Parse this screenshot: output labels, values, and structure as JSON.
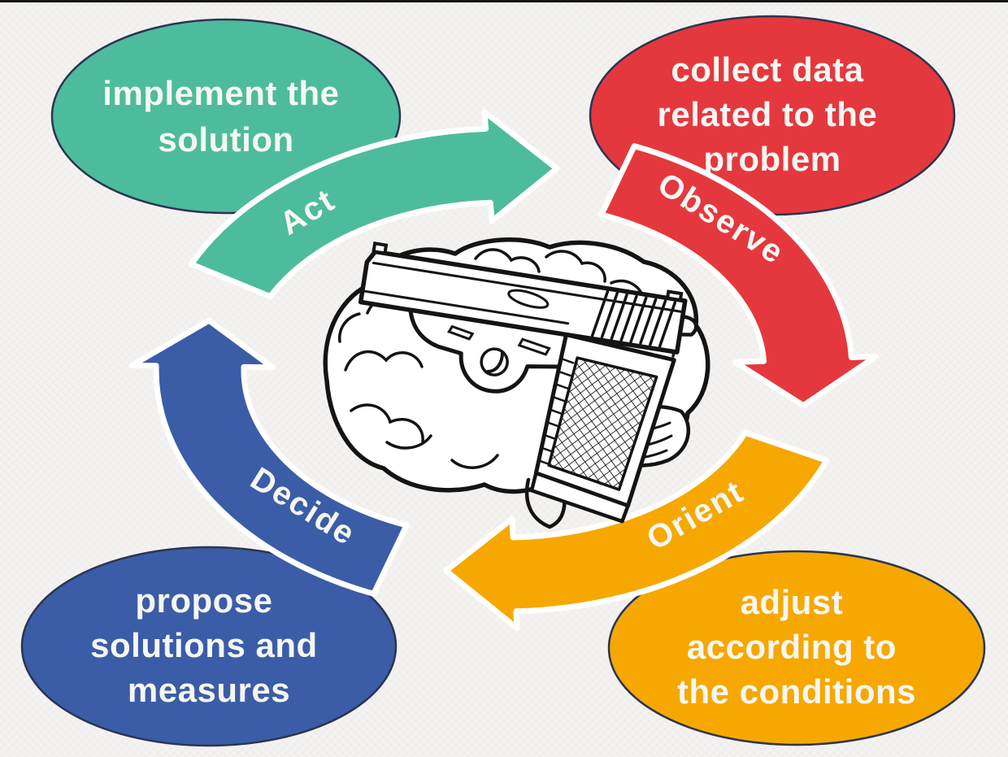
{
  "background": {
    "color": "#f4f3f1",
    "top_border_color": "#161616"
  },
  "text_color": "#f5f7f2",
  "bubble_outline_color": "#2b3550",
  "ring": {
    "arcs": [
      {
        "id": "act",
        "label": "Act",
        "color": "#4dbc9c"
      },
      {
        "id": "observe",
        "label": "Observe",
        "color": "#e4383e"
      },
      {
        "id": "orient",
        "label": "Orient",
        "color": "#f6a800"
      },
      {
        "id": "decide",
        "label": "Decide",
        "color": "#3b5ca7"
      }
    ]
  },
  "bubbles": [
    {
      "id": "act",
      "position": "top-left",
      "color": "#4dbc9c",
      "lines": [
        "implement the",
        "solution",
        ""
      ]
    },
    {
      "id": "observe",
      "position": "top-right",
      "color": "#e4383e",
      "lines": [
        "collect data",
        "related to the",
        "problem"
      ]
    },
    {
      "id": "decide",
      "position": "bottom-left",
      "color": "#3b5ca7",
      "lines": [
        "propose",
        "solutions and",
        "measures"
      ]
    },
    {
      "id": "orient",
      "position": "bottom-right",
      "color": "#f6a800",
      "lines": [
        "adjust",
        "according to",
        "the conditions"
      ]
    }
  ],
  "center_illustration": {
    "icon": "pistol-over-brain",
    "stroke_color": "#141414"
  }
}
